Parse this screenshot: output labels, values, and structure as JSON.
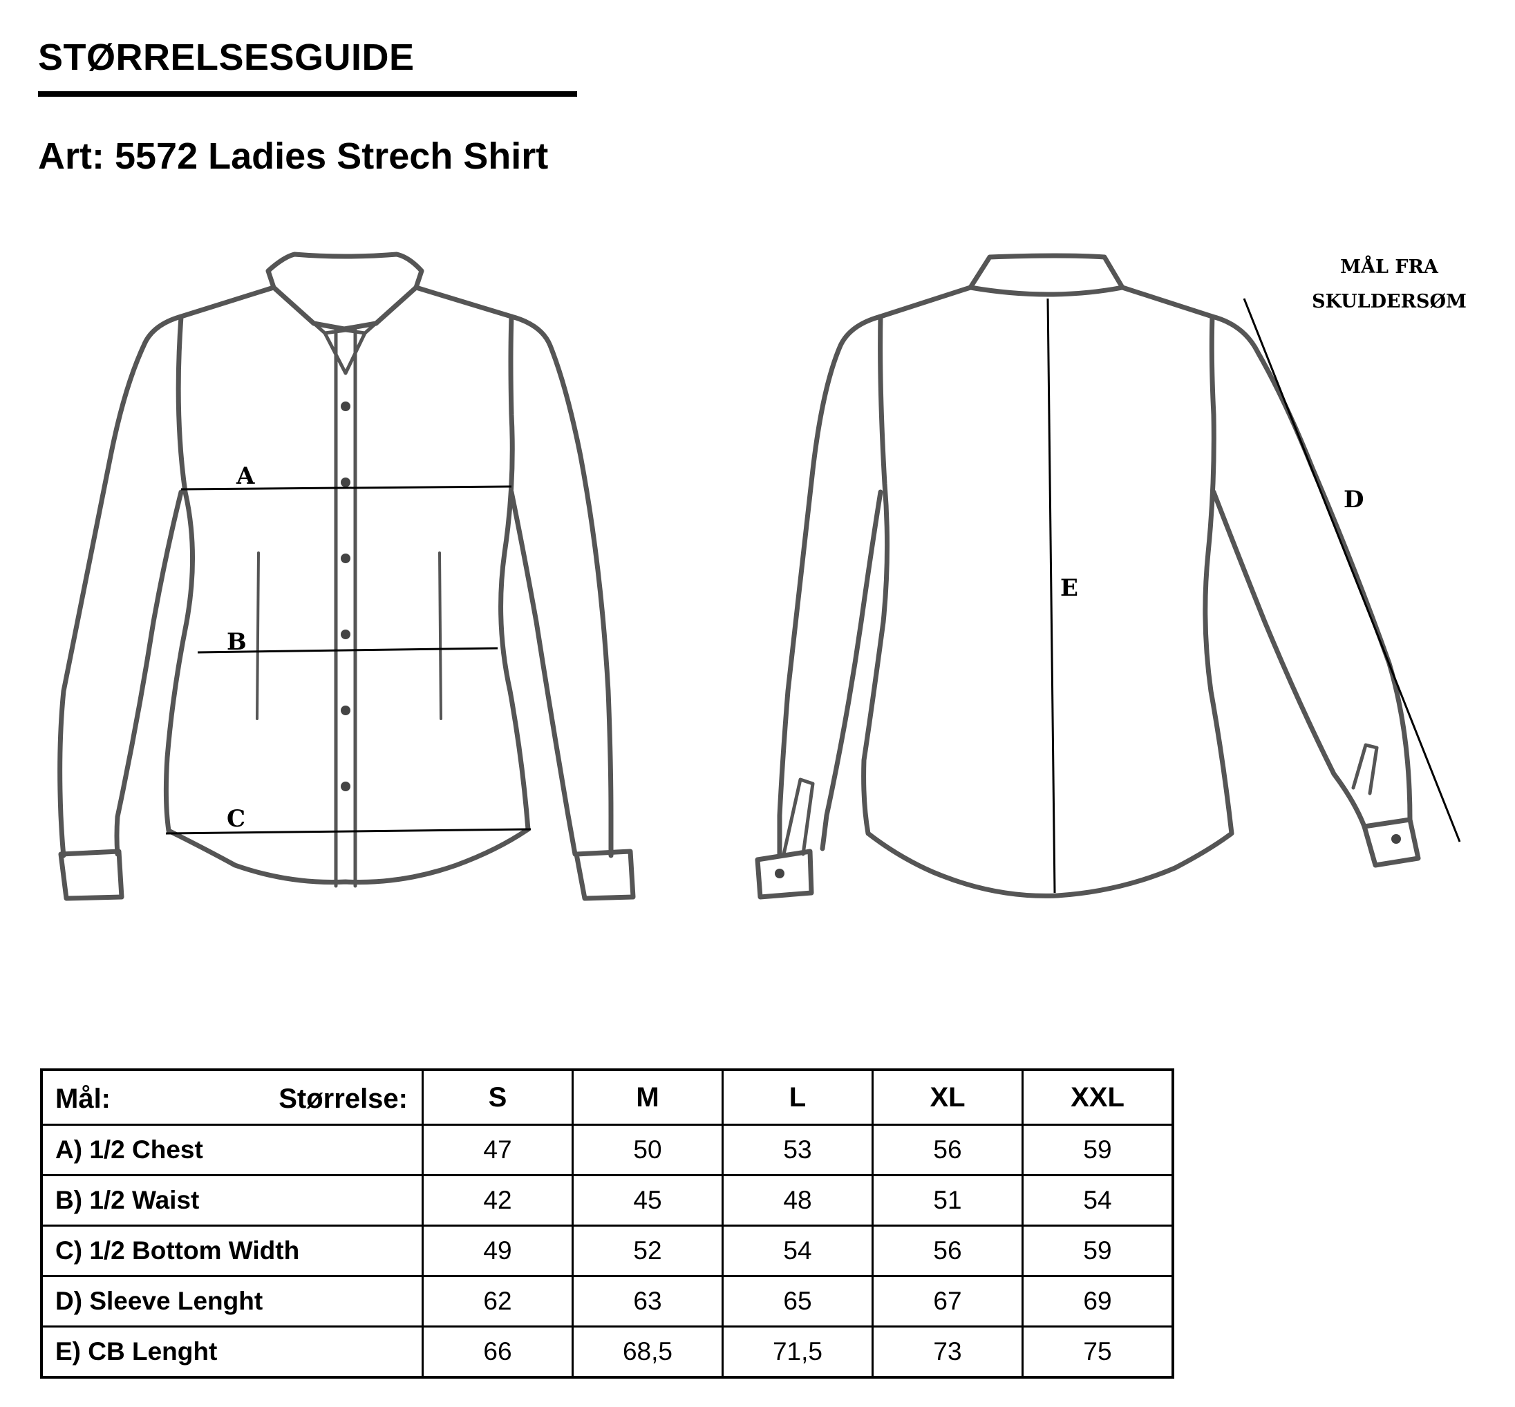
{
  "header": {
    "title": "STØRRELSESGUIDE",
    "subtitle": "Art: 5572 Ladies Strech Shirt"
  },
  "diagram": {
    "front_labels": {
      "a": "A",
      "b": "B",
      "c": "C"
    },
    "back_labels": {
      "d": "D",
      "e": "E"
    },
    "note_line1": "MÅL FRA",
    "note_line2": "SKULDERSØM"
  },
  "table": {
    "header_left": "Mål:",
    "header_right": "Størrelse:",
    "sizes": [
      "S",
      "M",
      "L",
      "XL",
      "XXL"
    ],
    "rows": [
      {
        "label": "A) 1/2 Chest",
        "values": [
          "47",
          "50",
          "53",
          "56",
          "59"
        ]
      },
      {
        "label": "B) 1/2 Waist",
        "values": [
          "42",
          "45",
          "48",
          "51",
          "54"
        ]
      },
      {
        "label": "C) 1/2 Bottom Width",
        "values": [
          "49",
          "52",
          "54",
          "56",
          "59"
        ]
      },
      {
        "label": "D) Sleeve Lenght",
        "values": [
          "62",
          "63",
          "65",
          "67",
          "69"
        ]
      },
      {
        "label": "E) CB Lenght",
        "values": [
          "66",
          "68,5",
          "71,5",
          "73",
          "75"
        ]
      }
    ]
  }
}
